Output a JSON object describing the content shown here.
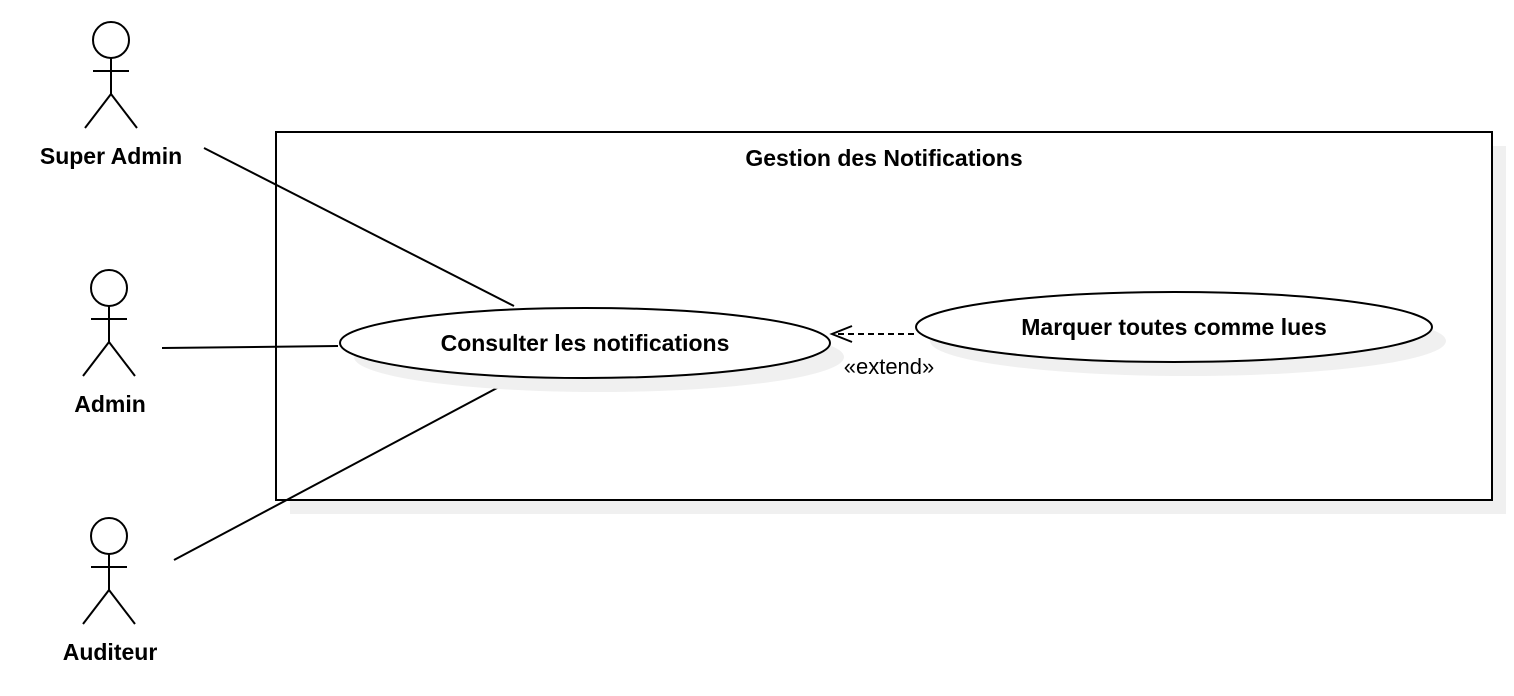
{
  "system": {
    "title": "Gestion des Notifications"
  },
  "actors": [
    {
      "id": "super-admin",
      "label": "Super Admin"
    },
    {
      "id": "admin",
      "label": "Admin"
    },
    {
      "id": "auditeur",
      "label": "Auditeur"
    }
  ],
  "use_cases": [
    {
      "id": "consulter",
      "label": "Consulter les notifications"
    },
    {
      "id": "marquer",
      "label": "Marquer toutes comme lues"
    }
  ],
  "relations": [
    {
      "type": "association",
      "from": "super-admin",
      "to": "consulter"
    },
    {
      "type": "association",
      "from": "admin",
      "to": "consulter"
    },
    {
      "type": "association",
      "from": "auditeur",
      "to": "consulter"
    },
    {
      "type": "extend",
      "from": "marquer",
      "to": "consulter",
      "label": "«extend»"
    }
  ],
  "colors": {
    "line": "#000000",
    "shadow": "#f0f0f0",
    "background": "#ffffff"
  }
}
